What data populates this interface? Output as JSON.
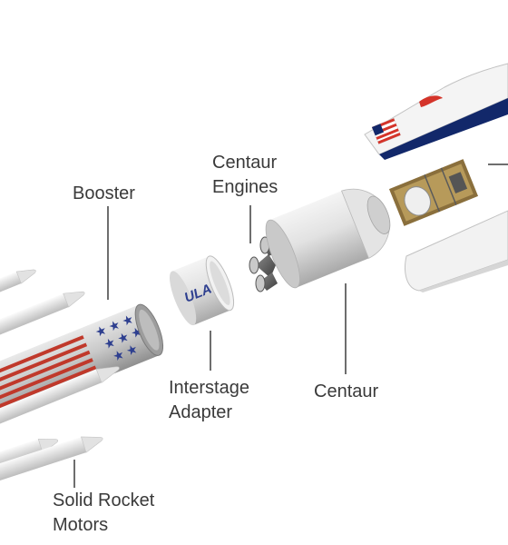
{
  "labels": {
    "booster": "Booster",
    "centaur_engines": "Centaur\nEngines",
    "interstage_adapter": "Interstage\nAdapter",
    "centaur": "Centaur",
    "solid_rocket_motors": "Solid Rocket\nMotors"
  },
  "icons": {
    "ula_logo": "ULA"
  },
  "colors": {
    "text": "#3a3a3a",
    "leader": "#6e6e6e",
    "stripe_red": "#c0392b",
    "star_blue": "#2e3f8f",
    "fairing_blue": "#12286a",
    "fairing_red": "#d4342a"
  }
}
